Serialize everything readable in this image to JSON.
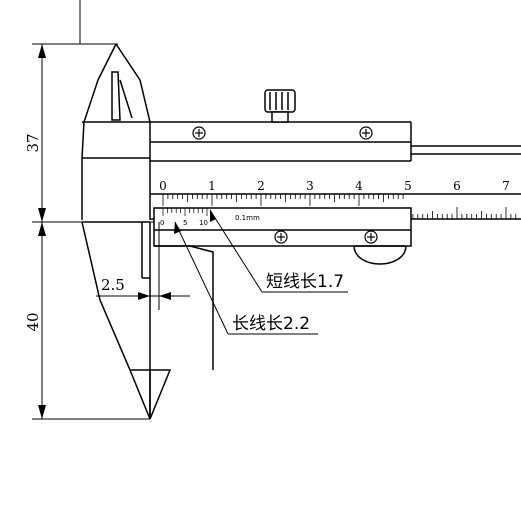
{
  "dimensions": {
    "jaw_top": "37",
    "jaw_bottom": "40",
    "offset": "2.5"
  },
  "callouts": {
    "short_line": "短线长1.7",
    "long_line": "长线长2.2"
  },
  "main_scale": {
    "labels": [
      "0",
      "1",
      "2",
      "3",
      "4",
      "5",
      "6",
      "7"
    ]
  },
  "vernier_scale": {
    "labels": [
      "0",
      "5",
      "10"
    ],
    "resolution": "0.1mm"
  }
}
